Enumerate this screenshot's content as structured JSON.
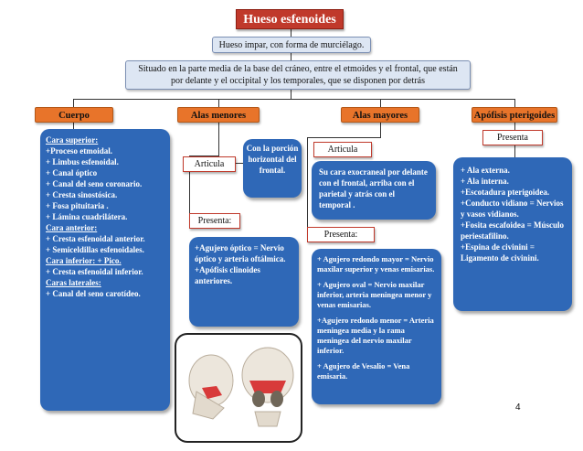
{
  "title": "Hueso esfenoides",
  "subtitle": "Hueso impar, con forma de murciélago.",
  "description": "Situado en la parte media de la base del cráneo, entre el etmoides y el frontal, que están por delante y el occipital y los temporales, que se disponen por detrás",
  "branches": {
    "cuerpo": {
      "label": "Cuerpo",
      "items": [
        "Cara superior:",
        "+Proceso etmoidal.",
        "+ Limbus esfenoidal.",
        "+ Canal óptico",
        "+ Canal del seno coronario.",
        "+ Cresta sinostósica.",
        "+ Fosa pituitaria .",
        "+ Lámina cuadrilátera.",
        "Cara anterior:",
        "+ Cresta esfenoidal anterior.",
        "+ Semiceldillas esfenoidales.",
        "Cara inferior:  + Pico.",
        "+ Cresta esfenoidal inferior.",
        "Caras laterales:",
        "+ Canal del seno carotídeo."
      ]
    },
    "alas_menores": {
      "label": "Alas menores",
      "articula_label": "Articula",
      "articula_text": "Con la porción horizontal del frontal.",
      "presenta_label": "Presenta:",
      "presenta_items": [
        "+Agujero óptico = Nervio óptico y arteria oftálmica.",
        "+Apófisis clinoides anteriores."
      ]
    },
    "alas_mayores": {
      "label": "Alas mayores",
      "articula_label": "Articula",
      "articula_text": "Su cara exocraneal por delante con el frontal, arriba con el parietal y atrás con el temporal  .",
      "presenta_label": "Presenta:",
      "presenta_items": [
        "+ Agujero redondo mayor = Nervio maxilar superior y venas emisarias.",
        "+ Agujero oval = Nervio maxilar inferior, arteria meningea menor y venas emisarias.",
        "+Agujero redondo menor = Arteria meningea media y la rama meningea del nervio maxilar inferior.",
        "+ Agujero de Vesalio = Vena emisaria."
      ]
    },
    "apofisis": {
      "label": "Apófisis pterigoides",
      "presenta_label": "Presenta",
      "items": [
        "+ Ala externa.",
        "+ Ala interna.",
        "+Escotadura pterigoidea.",
        "+Conducto vidiano = Nervios y vasos vidianos.",
        "+Fosita escafoidea = Músculo periestafilino.",
        "+Espina de civinini = Ligamento de civinini."
      ]
    }
  },
  "page_number": "4",
  "colors": {
    "accent": "#c0392b",
    "orange": "#e8742a",
    "blue": "#2f68b7",
    "pale": "#dde6f3"
  }
}
